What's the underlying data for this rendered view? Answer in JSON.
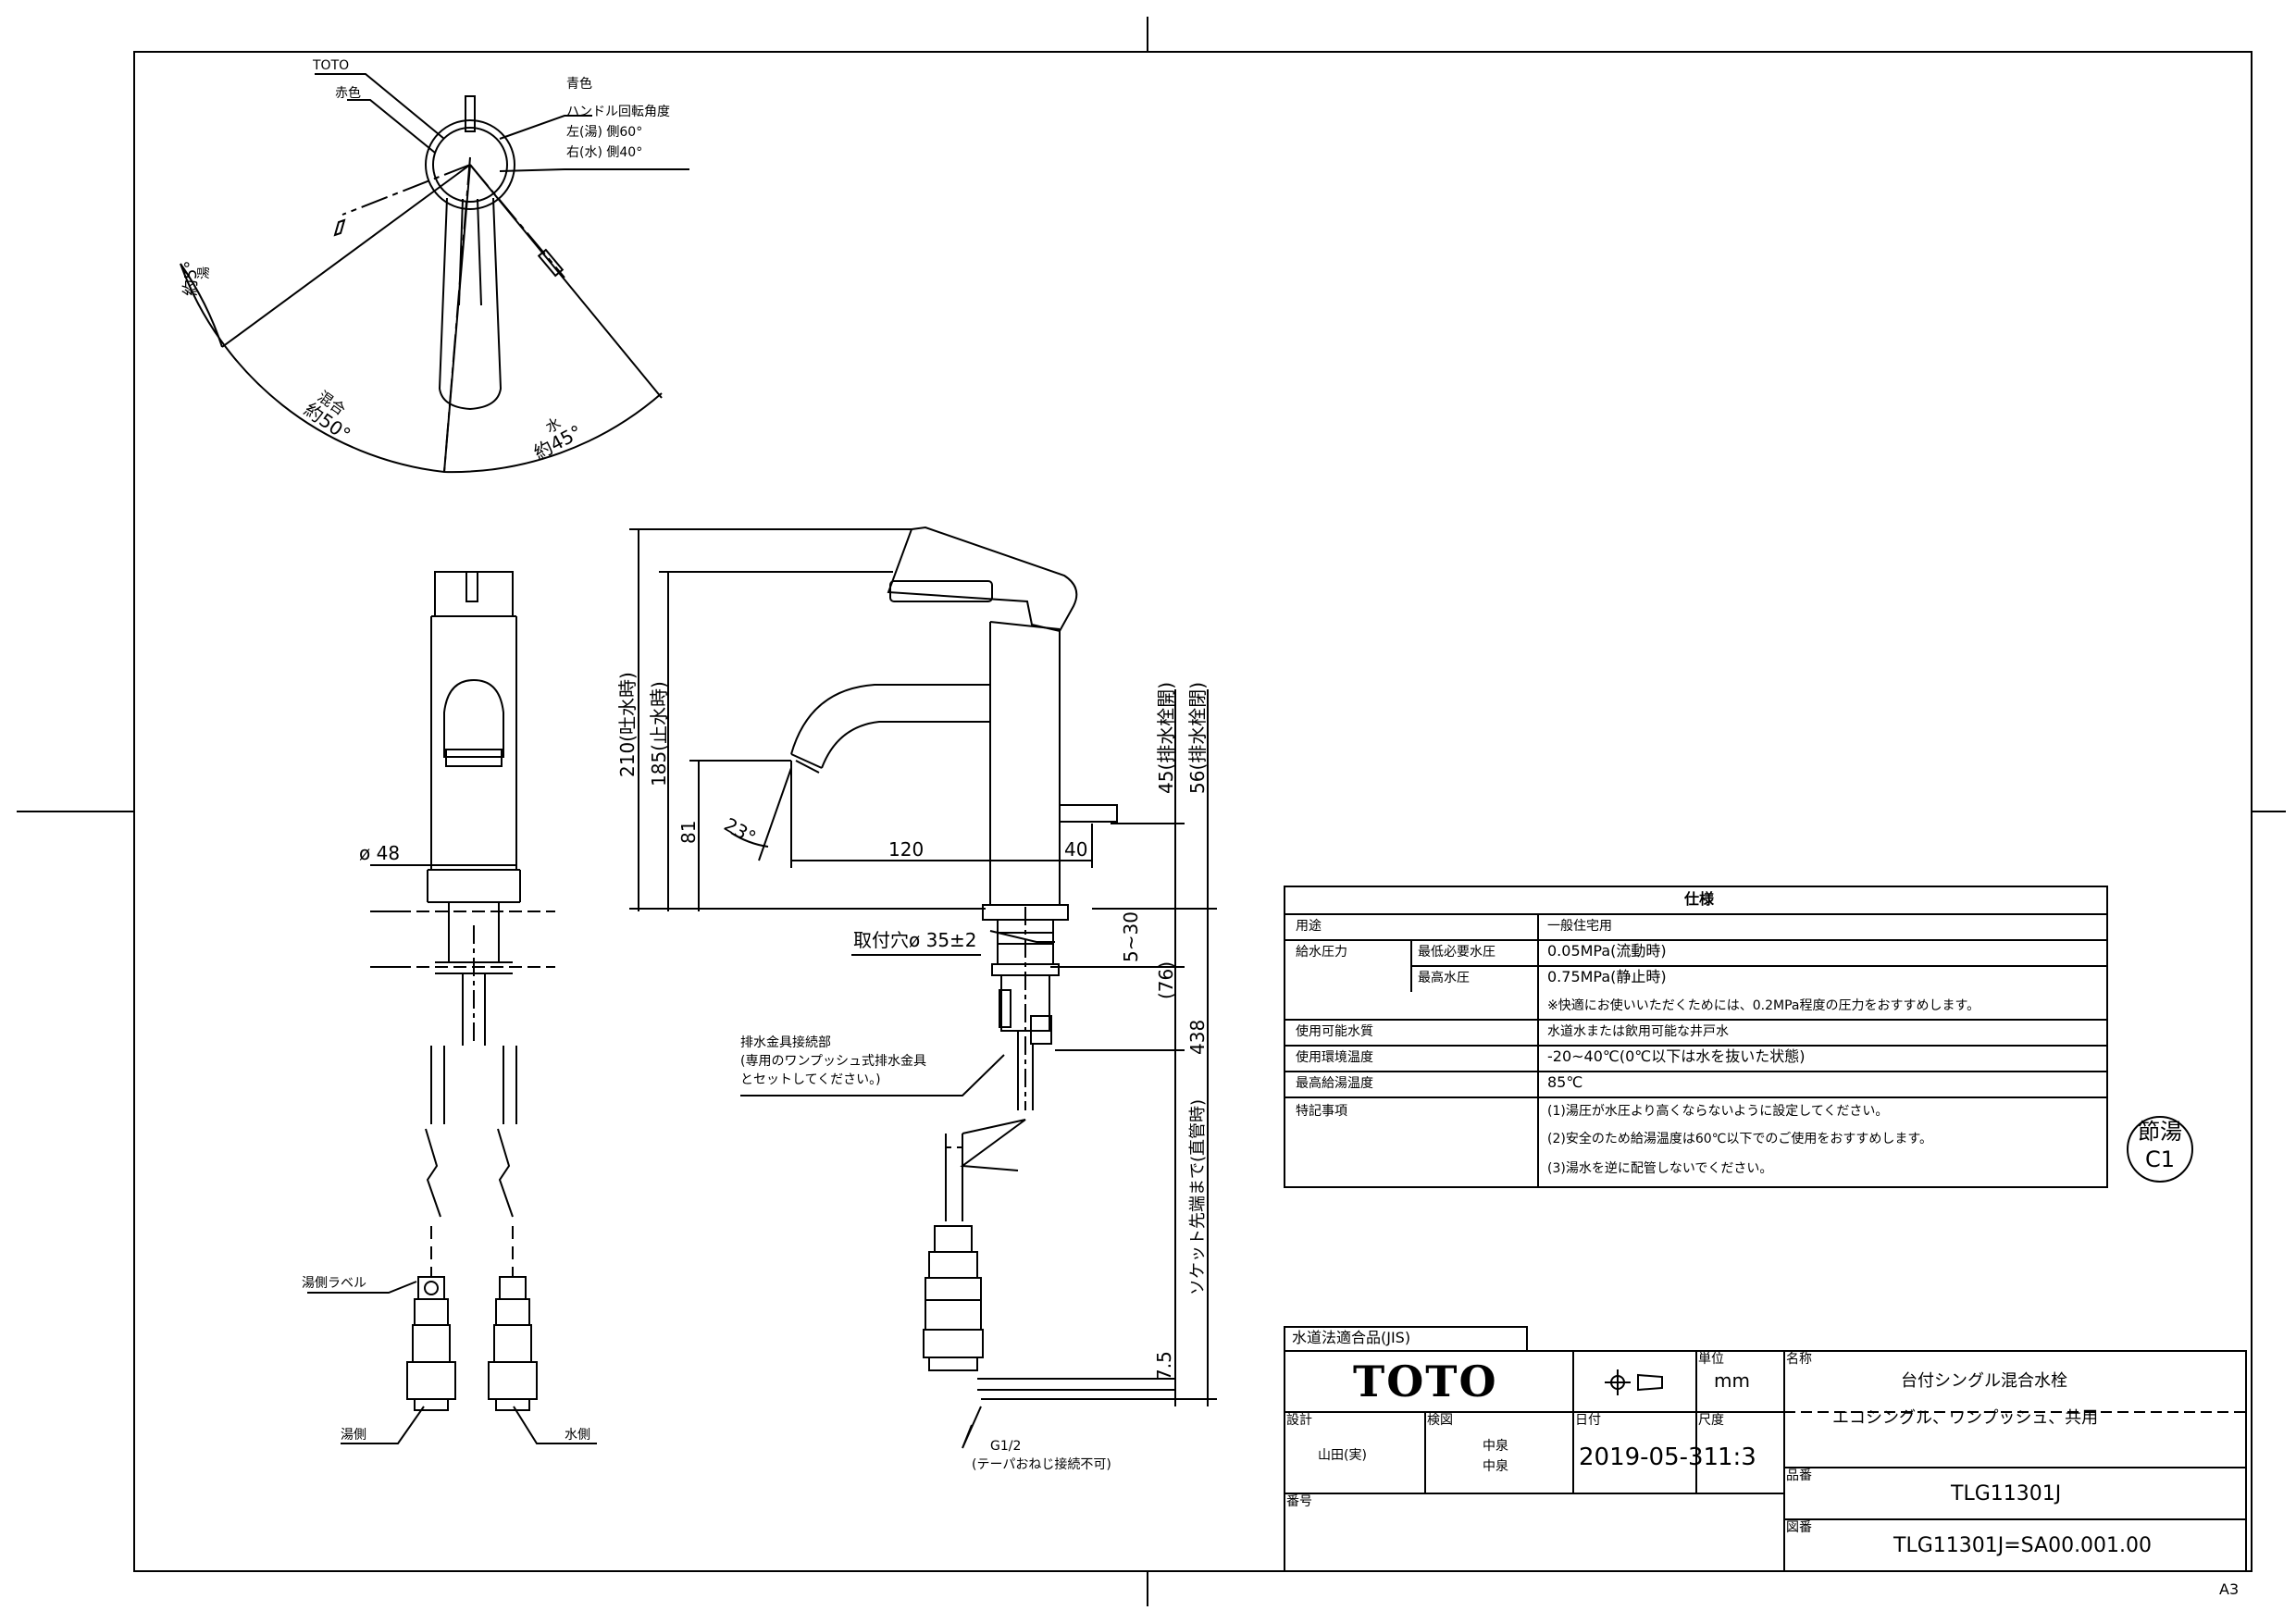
{
  "top_view": {
    "toto": "TOTO",
    "red": "赤色",
    "blue": "青色",
    "handle_angle": "ハンドル回転角度",
    "left_hot": "左(湯) 側60°",
    "right_cold": "右(水) 側40°",
    "hot_angle_a": "湯",
    "hot_angle_b": "約5°",
    "mix_a": "混合",
    "mix_b": "約50°",
    "cold_a": "水",
    "cold_b": "約45°"
  },
  "dims": {
    "d48": "ø 48",
    "h210": "210(吐水時)",
    "h185": "185(止水時)",
    "h81": "81",
    "ang23": "23°",
    "w120": "120",
    "w40": "40",
    "h45": "45(排水栓開)",
    "h56": "56(排水栓閉)",
    "mount": "取付穴ø 35±2",
    "r530": "5~30",
    "h76": "(76)",
    "h438": "438",
    "socket": "ソケット先端まで(直管時)",
    "h75": "7.5"
  },
  "notes": {
    "drain_1": "排水金具接続部",
    "drain_2": "(専用のワンプッシュ式排水金具",
    "drain_3": "とセットしてください。)",
    "hot_label": "湯側ラベル",
    "hot_side": "湯側",
    "cold_side": "水側",
    "g12": "G1/2",
    "taper": "(テーパおねじ接続不可)"
  },
  "spec": {
    "title": "仕様",
    "rows": [
      {
        "k": "用途",
        "k2": "",
        "v": "一般住宅用"
      },
      {
        "k": "給水圧力",
        "k2": "最低必要水圧",
        "v": "0.05MPa(流動時)"
      },
      {
        "k": "",
        "k2": "最高水圧",
        "v": "0.75MPa(静止時)"
      },
      {
        "k": "",
        "k2": "",
        "v": "※快適にお使いいただくためには、0.2MPa程度の圧力をおすすめします。"
      },
      {
        "k": "使用可能水質",
        "k2": "",
        "v": "水道水または飲用可能な井戸水"
      },
      {
        "k": "使用環境温度",
        "k2": "",
        "v": "-20~40℃(0℃以下は水を抜いた状態)"
      },
      {
        "k": "最高給湯温度",
        "k2": "",
        "v": "85℃"
      },
      {
        "k": "特記事項",
        "k2": "",
        "v": "(1)湯圧が水圧より高くならないように設定してください。"
      },
      {
        "k": "",
        "k2": "",
        "v": "(2)安全のため給湯温度は60℃以下でのご使用をおすすめします。"
      },
      {
        "k": "",
        "k2": "",
        "v": "(3)湯水を逆に配管しないでください。"
      }
    ]
  },
  "stamp": {
    "line1": "節湯",
    "line2": "C1"
  },
  "title_block": {
    "jis": "水道法適合品(JIS)",
    "logo": "TOTO",
    "unit_label": "単位",
    "unit": "mm",
    "name_label": "名称",
    "name": "台付シングル混合水栓",
    "subname": "エコシングル、ワンプッシュ、共用",
    "design_label": "設計",
    "designer": "山田(実)",
    "check_label": "検図",
    "check1": "中泉",
    "check2": "中泉",
    "date_label": "日付",
    "date": "2019-05-31",
    "scale_label": "尺度",
    "scale": "1:3",
    "product_label": "品番",
    "product": "TLG11301J",
    "drawing_label": "図番",
    "drawing_no": "TLG11301J=SA00.001.00",
    "seq_label": "番号"
  },
  "sheet_size": "A3"
}
